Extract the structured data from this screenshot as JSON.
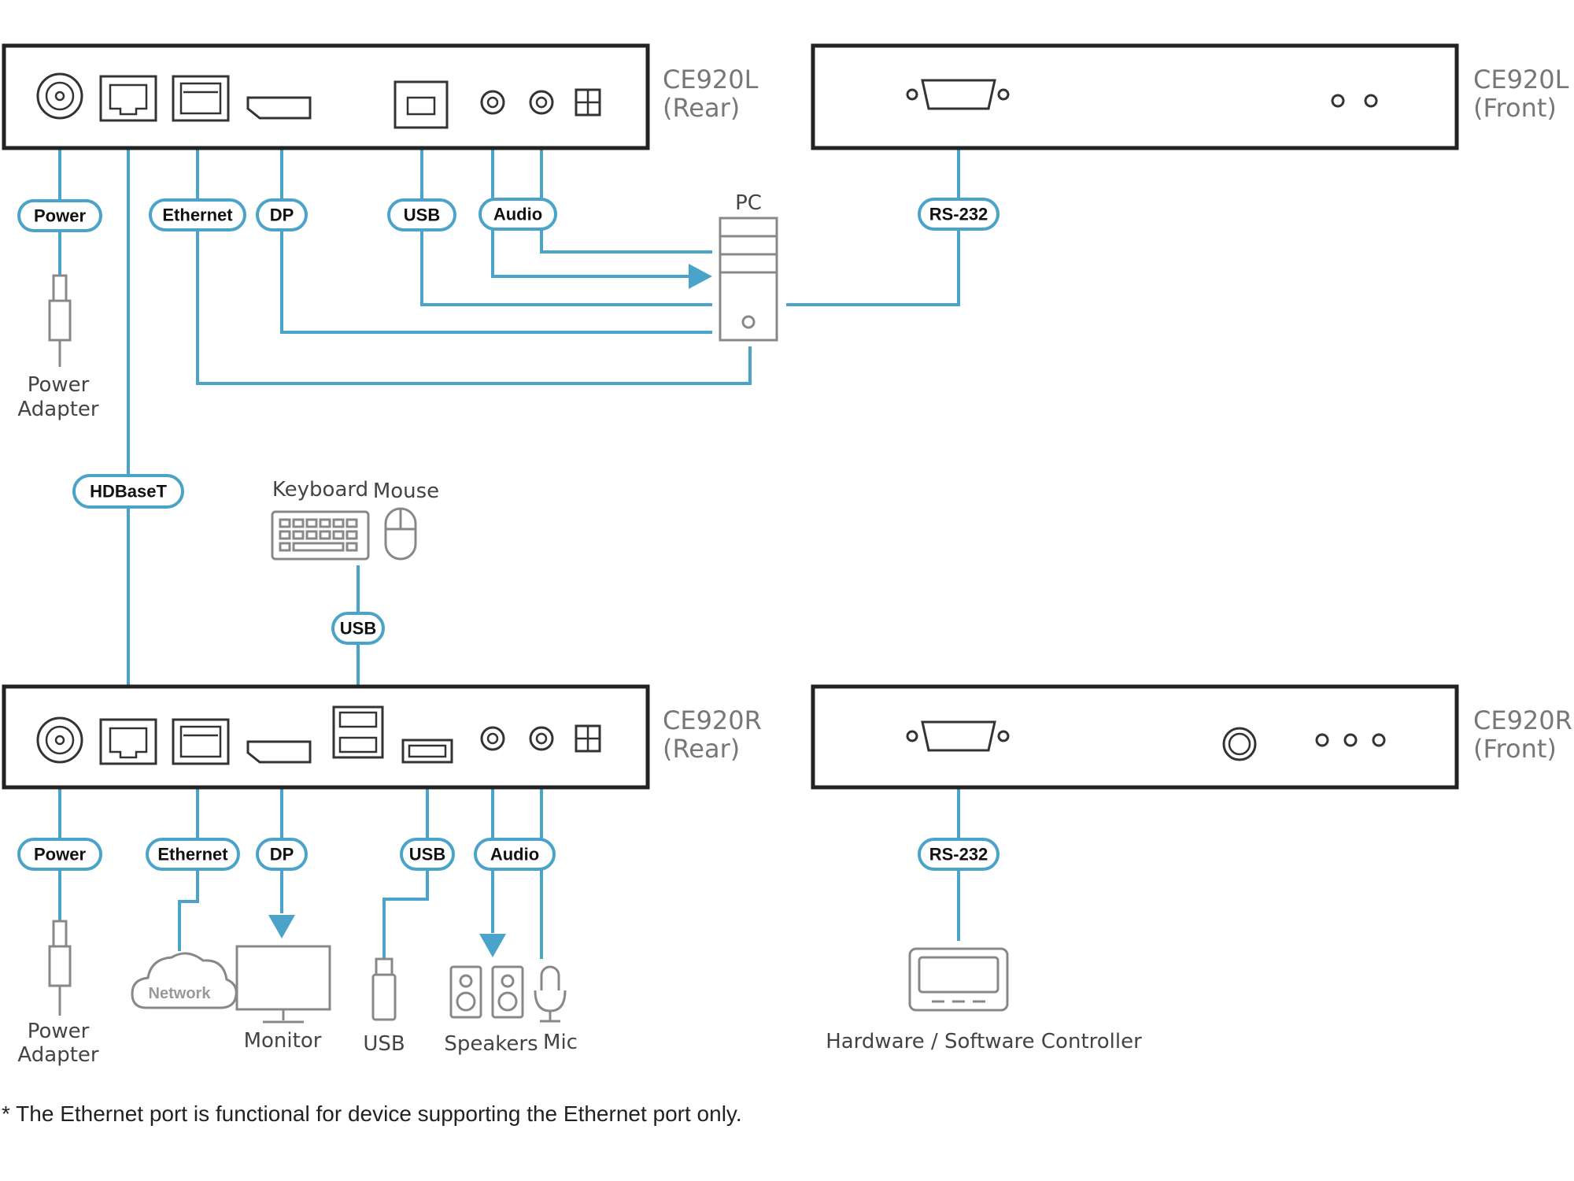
{
  "devices": {
    "local_rear": {
      "name": "CE920L",
      "side": "(Rear)"
    },
    "local_front": {
      "name": "CE920L",
      "side": "(Front)"
    },
    "remote_rear": {
      "name": "CE920R",
      "side": "(Rear)"
    },
    "remote_front": {
      "name": "CE920R",
      "side": "(Front)"
    }
  },
  "cables": {
    "power": "Power",
    "ethernet": "Ethernet",
    "dp": "DP",
    "usb": "USB",
    "audio": "Audio",
    "rs232": "RS-232",
    "hdbaset": "HDBaseT"
  },
  "equipment": {
    "pc": "PC",
    "power_adapter_line1": "Power",
    "power_adapter_line2": "Adapter",
    "keyboard": "Keyboard",
    "mouse": "Mouse",
    "network": "Network",
    "monitor": "Monitor",
    "usb_device": "USB",
    "speakers": "Speakers",
    "mic": "Mic",
    "controller": "Hardware / Software Controller"
  },
  "footnote": "* The Ethernet port is functional for device supporting the Ethernet port only.",
  "colors": {
    "cable": "#4ba3c9",
    "device_outline": "#222222",
    "label_gray": "#777777"
  }
}
